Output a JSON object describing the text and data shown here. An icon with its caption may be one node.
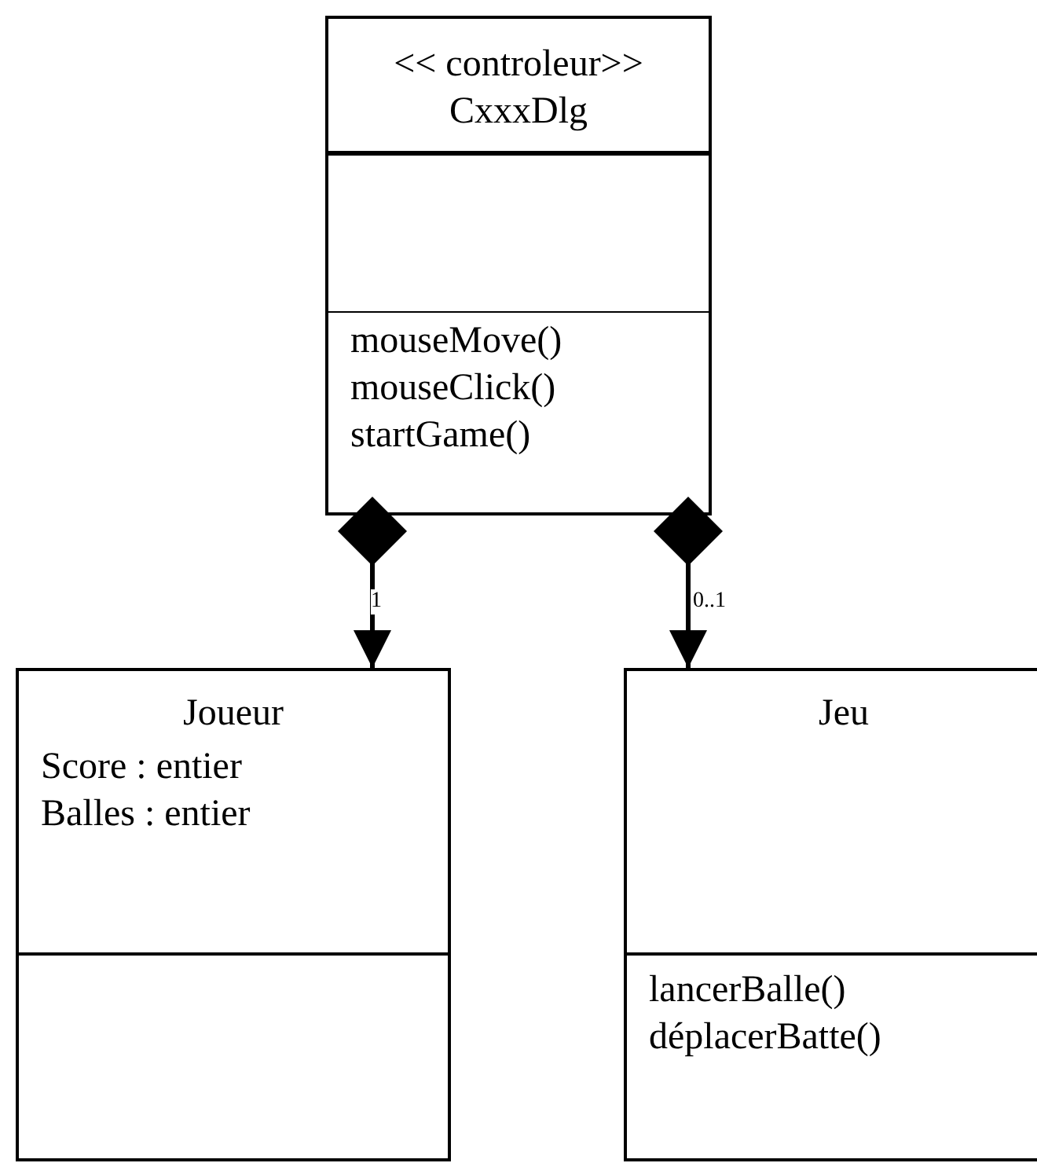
{
  "diagram": {
    "nodes": [
      {
        "text": [
          "<< controleur>>",
          "CxxxDlg",
          "mouseMove()",
          "mouseClick()",
          "startGame()"
        ]
      },
      {
        "text": [
          "Joueur",
          "Score : entier",
          "Balles : entier"
        ]
      },
      {
        "text": [
          "Jeu",
          "lancerBalle()",
          "déplacerBatte()"
        ]
      }
    ],
    "edges": [
      {
        "from": 0,
        "to": 1,
        "arrow": "to",
        "label": "1"
      },
      {
        "from": 0,
        "to": 2,
        "arrow": "to",
        "label": "0..1"
      }
    ]
  }
}
